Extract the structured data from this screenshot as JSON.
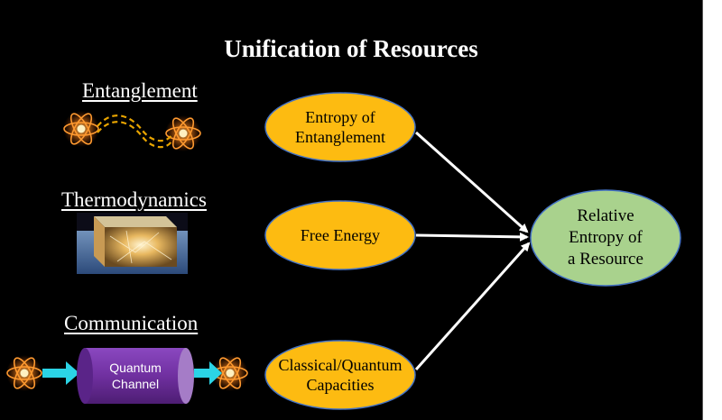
{
  "title": "Unification of Resources",
  "categories": {
    "entanglement": "Entanglement",
    "thermodynamics": "Thermodynamics",
    "communication": "Communication"
  },
  "measures": {
    "entanglement": [
      "Entropy of",
      "Entanglement"
    ],
    "thermodynamics": [
      "Free Energy"
    ],
    "communication": [
      "Classical/Quantum",
      "Capacities"
    ]
  },
  "target": [
    "Relative",
    "Entropy of",
    "a Resource"
  ],
  "channel": [
    "Quantum",
    "Channel"
  ],
  "icons": [
    "atom-icon",
    "entangled-link-icon",
    "glowing-cube-icon",
    "arrow-icon"
  ],
  "colors": {
    "background": "#000000",
    "measure_oval": "#FDBB11",
    "target_oval": "#A9D28D",
    "oval_border": "#4472C4",
    "channel": "#7030A0",
    "channel_arrow": "#2BD4E6",
    "arrow": "#ffffff"
  }
}
